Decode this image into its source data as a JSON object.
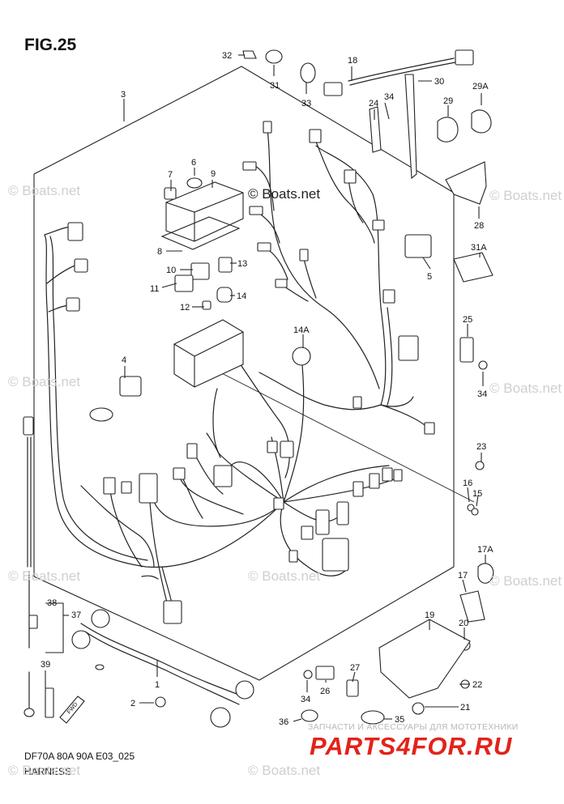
{
  "figure": {
    "title": "FIG.25",
    "model_code": "DF70A 80A 90A E03_025",
    "name": "HARNESS"
  },
  "watermark": {
    "main": "© Boats.net",
    "repeat": "© Boats.net"
  },
  "banner": {
    "tagline": "ЗАПЧАСТИ И АКСЕССУАРЫ ДЛЯ МОТОТЕХНИКИ",
    "brand": "PARTS4FOR.RU",
    "brand_color": "#e2231a"
  },
  "fwd_label": "FWD",
  "callouts": [
    "1",
    "2",
    "3",
    "4",
    "5",
    "6",
    "7",
    "8",
    "9",
    "10",
    "11",
    "12",
    "13",
    "14",
    "14A",
    "15",
    "16",
    "17",
    "17A",
    "18",
    "19",
    "20",
    "21",
    "22",
    "23",
    "24",
    "25",
    "26",
    "27",
    "28",
    "29",
    "29A",
    "30",
    "31",
    "31A",
    "32",
    "33",
    "34",
    "34",
    "34",
    "35",
    "36",
    "37",
    "38",
    "39"
  ]
}
